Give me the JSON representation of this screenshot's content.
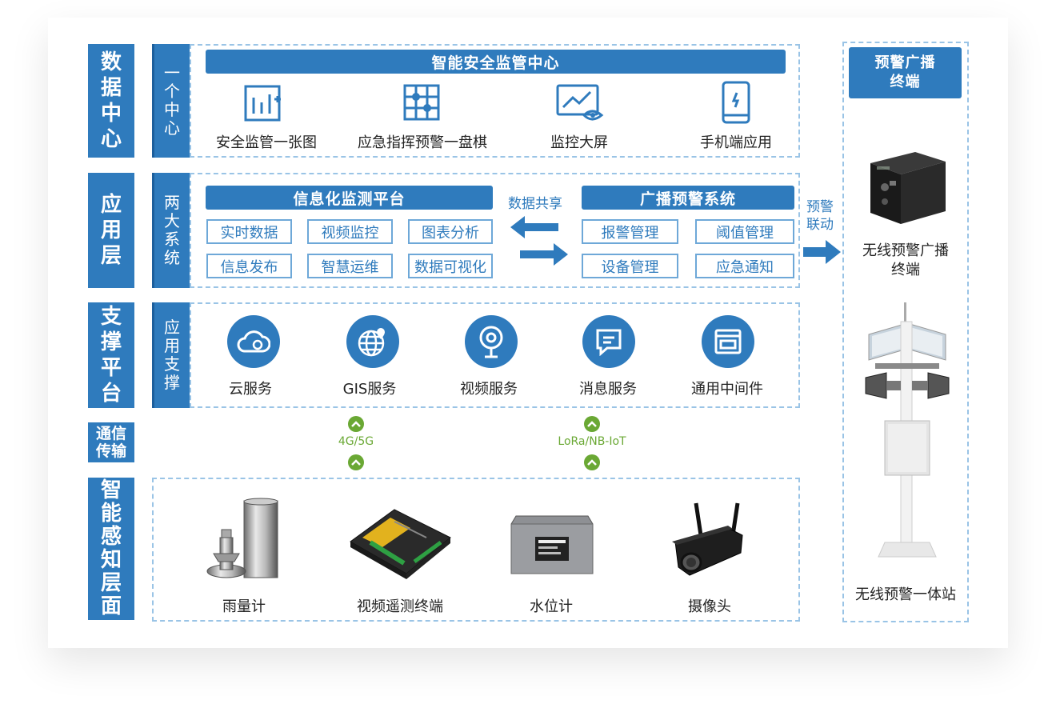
{
  "layers": {
    "data_center": [
      "数",
      "据",
      "中",
      "心"
    ],
    "application": [
      "应",
      "用",
      "层"
    ],
    "support": [
      "支",
      "撑",
      "平",
      "台"
    ],
    "comm": [
      "通信",
      "传输"
    ],
    "sensing": [
      "智",
      "能",
      "感",
      "知",
      "层",
      "面"
    ]
  },
  "sub_labels": {
    "one_center": [
      "一",
      "个",
      "中",
      "心"
    ],
    "two_systems": [
      "两",
      "大",
      "系",
      "统"
    ],
    "app_support": [
      "应",
      "用",
      "支",
      "撑"
    ]
  },
  "center": {
    "title": "智能安全监管中心",
    "items": [
      {
        "label": "安全监管一张图",
        "icon": "map-grid-icon"
      },
      {
        "label": "应急指挥预警一盘棋",
        "icon": "chessboard-icon"
      },
      {
        "label": "监控大屏",
        "icon": "monitor-eye-icon"
      },
      {
        "label": "手机端应用",
        "icon": "mobile-phone-icon"
      }
    ]
  },
  "app": {
    "left_title": "信息化监测平台",
    "left_items": [
      "实时数据",
      "视频监控",
      "图表分析",
      "信息发布",
      "智慧运维",
      "数据可视化"
    ],
    "share_label": "数据共享",
    "right_title": "广播预警系统",
    "right_items": [
      "报警管理",
      "阈值管理",
      "设备管理",
      "应急通知"
    ],
    "link_label_1": "预警",
    "link_label_2": "联动"
  },
  "support": {
    "items": [
      {
        "label": "云服务",
        "icon": "cloud-icon"
      },
      {
        "label": "GIS服务",
        "icon": "globe-icon"
      },
      {
        "label": "视频服务",
        "icon": "webcam-icon"
      },
      {
        "label": "消息服务",
        "icon": "message-icon"
      },
      {
        "label": "通用中间件",
        "icon": "middleware-icon"
      }
    ]
  },
  "comm": {
    "left": "4G/5G",
    "right": "LoRa/NB-IoT"
  },
  "sensing": {
    "items": [
      {
        "label": "雨量计",
        "icon": "rain-gauge-image"
      },
      {
        "label": "视频遥测终端",
        "icon": "telemetry-terminal-image"
      },
      {
        "label": "水位计",
        "icon": "water-level-meter-image"
      },
      {
        "label": "摄像头",
        "icon": "camera-image"
      }
    ]
  },
  "terminal": {
    "title_1": "预警广播",
    "title_2": "终端",
    "device1_1": "无线预警广播",
    "device1_2": "终端",
    "device2": "无线预警一体站"
  },
  "colors": {
    "primary": "#2f7bbd",
    "dash": "#9ac4e6",
    "green": "#6aa834"
  }
}
